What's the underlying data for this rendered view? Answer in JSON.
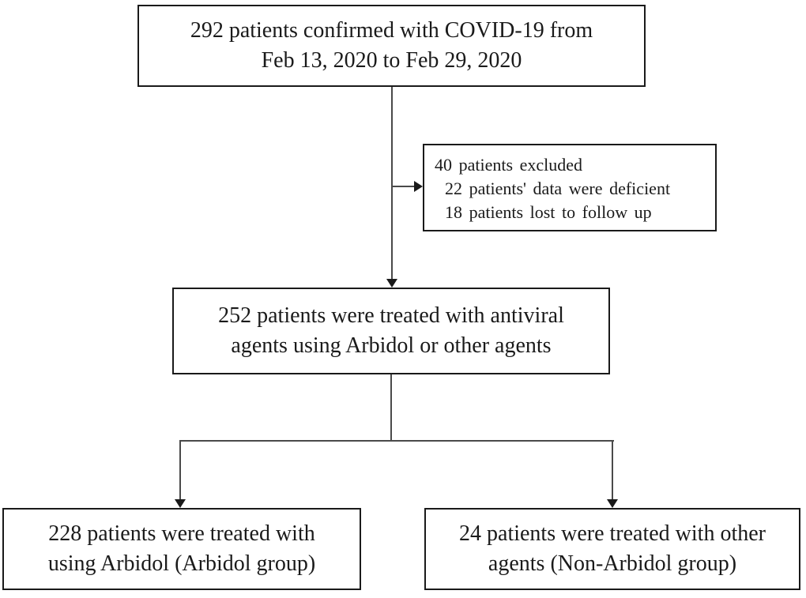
{
  "diagram": {
    "type": "flowchart",
    "boxes": {
      "enrolled": {
        "lines": [
          "292 patients confirmed with COVID-19 from",
          "Feb 13, 2020 to Feb 29, 2020"
        ]
      },
      "excluded": {
        "lines": [
          "40 patients excluded",
          "22 patients' data were deficient",
          "18 patients lost to follow up"
        ]
      },
      "treated": {
        "lines": [
          "252 patients were treated with  antiviral",
          "agents using Arbidol or other agents"
        ]
      },
      "arbidol_group": {
        "lines": [
          "228 patients were treated with",
          "using Arbidol (Arbidol group)"
        ]
      },
      "non_arbidol_group": {
        "lines": [
          "24 patients were treated with other",
          "agents (Non-Arbidol group)"
        ]
      }
    },
    "counts": {
      "confirmed": 292,
      "excluded": 40,
      "data_deficient": 22,
      "lost_to_follow_up": 18,
      "treated_antiviral": 252,
      "arbidol": 228,
      "non_arbidol": 24
    },
    "colors": {
      "background": "#ffffff",
      "box_border": "#1a1a1a",
      "text": "#1a1a1a",
      "connector": "#4a4a4a",
      "arrowhead": "#1a1a1a"
    }
  }
}
